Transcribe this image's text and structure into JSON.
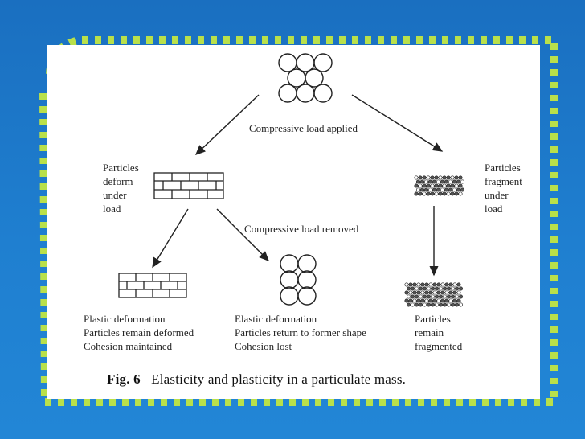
{
  "labels": {
    "load_applied": "Compressive load applied",
    "deform_left": "Particles\ndeform\nunder\nload",
    "fragment_right": "Particles\nfragment\nunder\nload",
    "load_removed": "Compressive load removed",
    "plastic": "Plastic deformation\nParticles remain deformed\nCohesion maintained",
    "elastic": "Elastic deformation\nParticles return to former shape\nCohesion lost",
    "remain_fragmented": "Particles\nremain\nfragmented"
  },
  "caption": {
    "fig": "Fig. 6",
    "text": "Elasticity and plasticity in a particulate mass."
  },
  "colors": {
    "background": "#1f7fd0",
    "dash_border": "#b9e04a",
    "panel": "#ffffff",
    "ink": "#222222"
  }
}
